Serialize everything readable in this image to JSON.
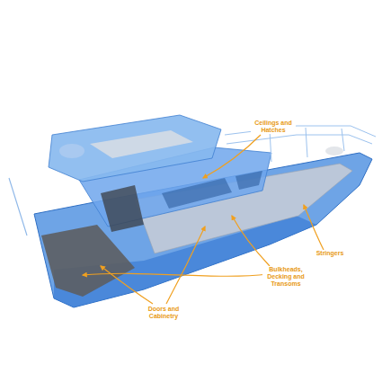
{
  "diagram": {
    "labels": [
      "Ceilings and Hatches",
      "Stringers",
      "Bulkheads, Decking and Transoms",
      "Doors and Cabinetry"
    ]
  }
}
